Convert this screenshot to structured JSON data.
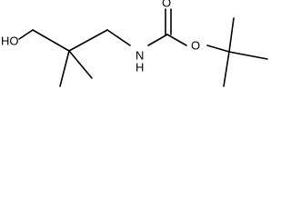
{
  "molecule": {
    "atoms": {
      "hydroxyl": "HO",
      "amine": "N",
      "amine_hydrogen": "H",
      "carbonyl_oxygen": "O",
      "ester_oxygen": "O"
    }
  },
  "colors": {
    "bond": "#000000",
    "label": "#000000",
    "background": "#ffffff"
  }
}
